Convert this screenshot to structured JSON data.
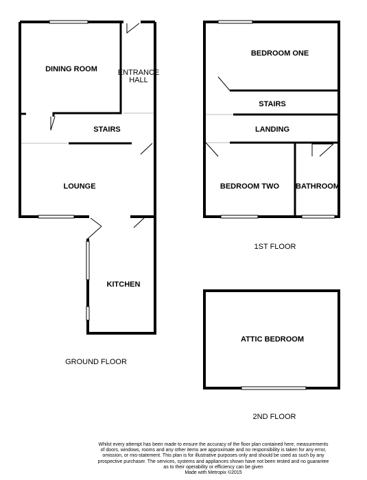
{
  "floors": [
    {
      "label": "GROUND FLOOR",
      "rooms": [
        "DINING ROOM",
        "ENTRANCE",
        "HALL",
        "STAIRS",
        "LOUNGE",
        "KITCHEN"
      ]
    },
    {
      "label": "1ST FLOOR",
      "rooms": [
        "BEDROOM ONE",
        "STAIRS",
        "LANDING",
        "BEDROOM TWO",
        "BATHROOM"
      ]
    },
    {
      "label": "2ND FLOOR",
      "rooms": [
        "ATTIC BEDROOM"
      ]
    }
  ],
  "disclaimer": {
    "lines": [
      "Whilst every attempt has been made to ensure the accuracy of the floor plan contained here, measurements",
      "of doors, windows, rooms and any other items are approximate and no responsibility is taken for any error,",
      "omission, or mis-statement. This plan is for illustrative purposes only and should be used as such by any",
      "prospective purchaser. The services, systems and appliances shown have not been tested and no guarantee",
      "as to their operability or efficiency can be given",
      "Made with Metropix ©2015"
    ]
  },
  "colors": {
    "wall": "#000000",
    "background": "#ffffff",
    "opening": "#bbbbbb"
  }
}
